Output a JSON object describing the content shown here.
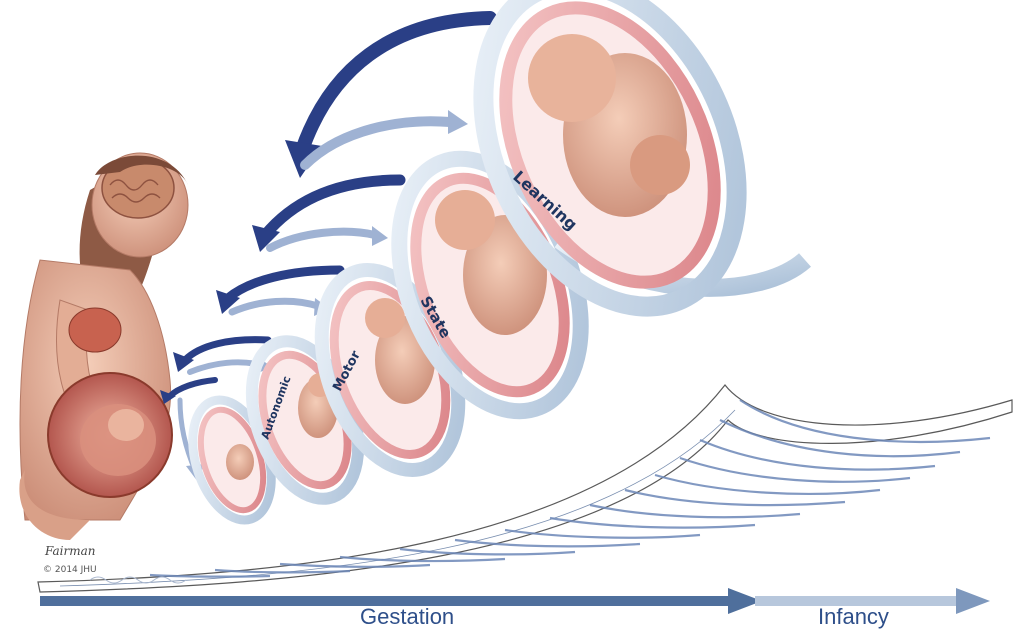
{
  "stages": [
    {
      "label": "Autonomic"
    },
    {
      "label": "Motor"
    },
    {
      "label": "State"
    },
    {
      "label": "Learning"
    }
  ],
  "timeline": {
    "gestation_label": "Gestation",
    "infancy_label": "Infancy"
  },
  "credit": {
    "copyright": "© 2014 JHU",
    "signature": "Fairman"
  },
  "colors": {
    "ring_outer": "#d7e3ef",
    "ring_inner": "#e9a6a8",
    "arrow_dark": "#2a3f86",
    "arrow_light": "#9fb2d3",
    "skin": "#e8b9a0",
    "timeline_dark": "#4f6f9c",
    "timeline_light": "#b7c7dc",
    "text_blue": "#2e4f8a"
  }
}
